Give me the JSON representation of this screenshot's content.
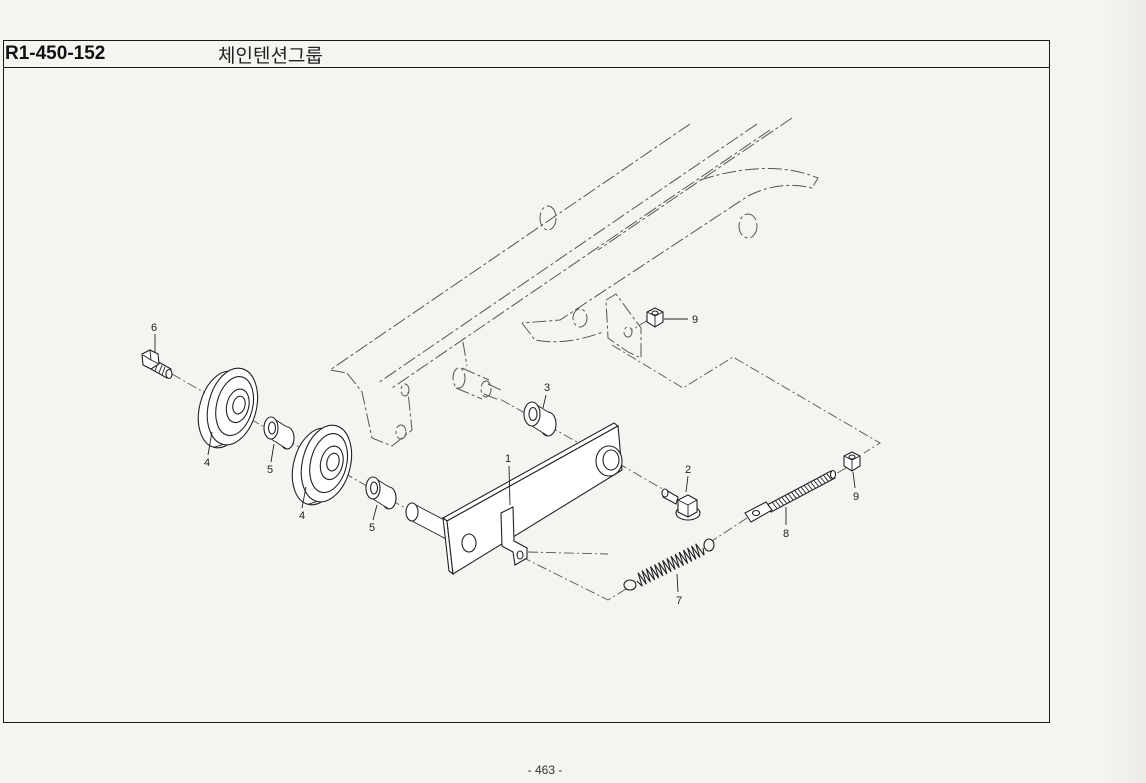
{
  "header": {
    "code": "R1-450-152",
    "title": "체인텐션그룹"
  },
  "callouts": [
    "6",
    "4",
    "5",
    "4",
    "5",
    "1",
    "3",
    "2",
    "7",
    "8",
    "9",
    "9"
  ],
  "footer": {
    "page_number": "- 463 -"
  }
}
